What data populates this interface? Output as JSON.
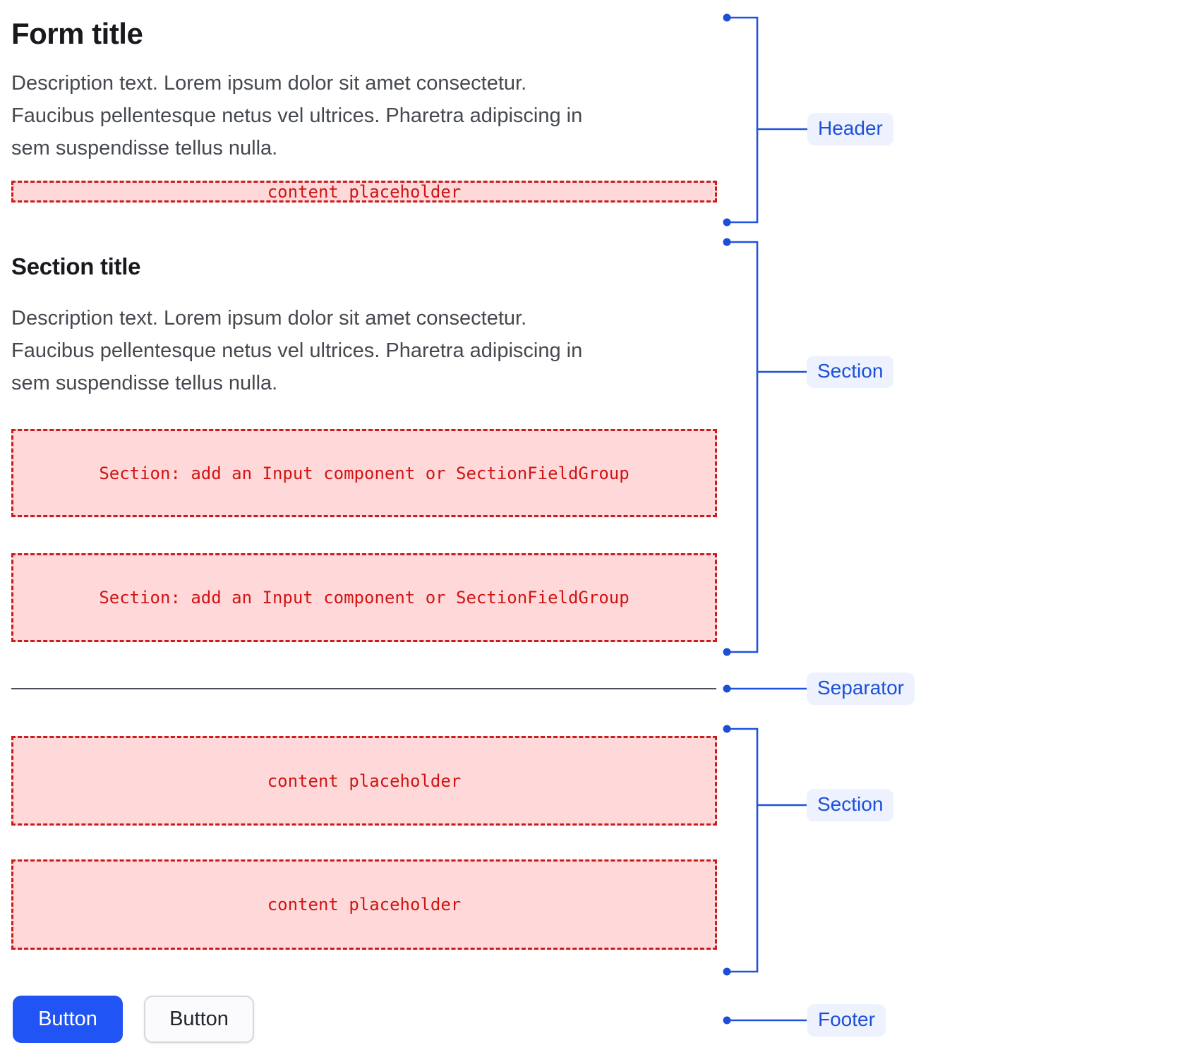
{
  "form": {
    "title": "Form title",
    "description": "Description text. Lorem ipsum dolor sit amet consectetur.\nFaucibus pellentesque netus vel ultrices. Pharetra adipiscing in\nsem suspendisse tellus nulla.",
    "section": {
      "title": "Section title",
      "description": "Description text. Lorem ipsum dolor sit amet consectetur.\nFaucibus pellentesque netus vel ultrices. Pharetra adipiscing in\nsem suspendisse tellus nulla."
    },
    "placeholders": {
      "header": "content placeholder",
      "section_boxes": [
        "Section: add an Input component or SectionFieldGroup",
        "Section: add an Input component or SectionFieldGroup"
      ],
      "content_boxes": [
        "content placeholder",
        "content placeholder"
      ]
    },
    "footer": {
      "primary_button": "Button",
      "secondary_button": "Button"
    }
  },
  "annotations": {
    "header": "Header",
    "section_1": "Section",
    "separator": "Separator",
    "section_2": "Section",
    "footer": "Footer"
  },
  "colors": {
    "annotation_line_blue": "#2052dd",
    "annotation_dot_blue": "#1d4fd6",
    "label_background": "#edf2fe",
    "label_text_blue": "#1c50d8",
    "placeholder_background": "#ffd9d9",
    "placeholder_border_red": "#cb1b1b",
    "placeholder_text_red": "#d01414",
    "primary_button_blue": "#2154f4",
    "separator_gray": "#4b4f57",
    "title_text": "#17191d",
    "description_text": "#45494f"
  }
}
